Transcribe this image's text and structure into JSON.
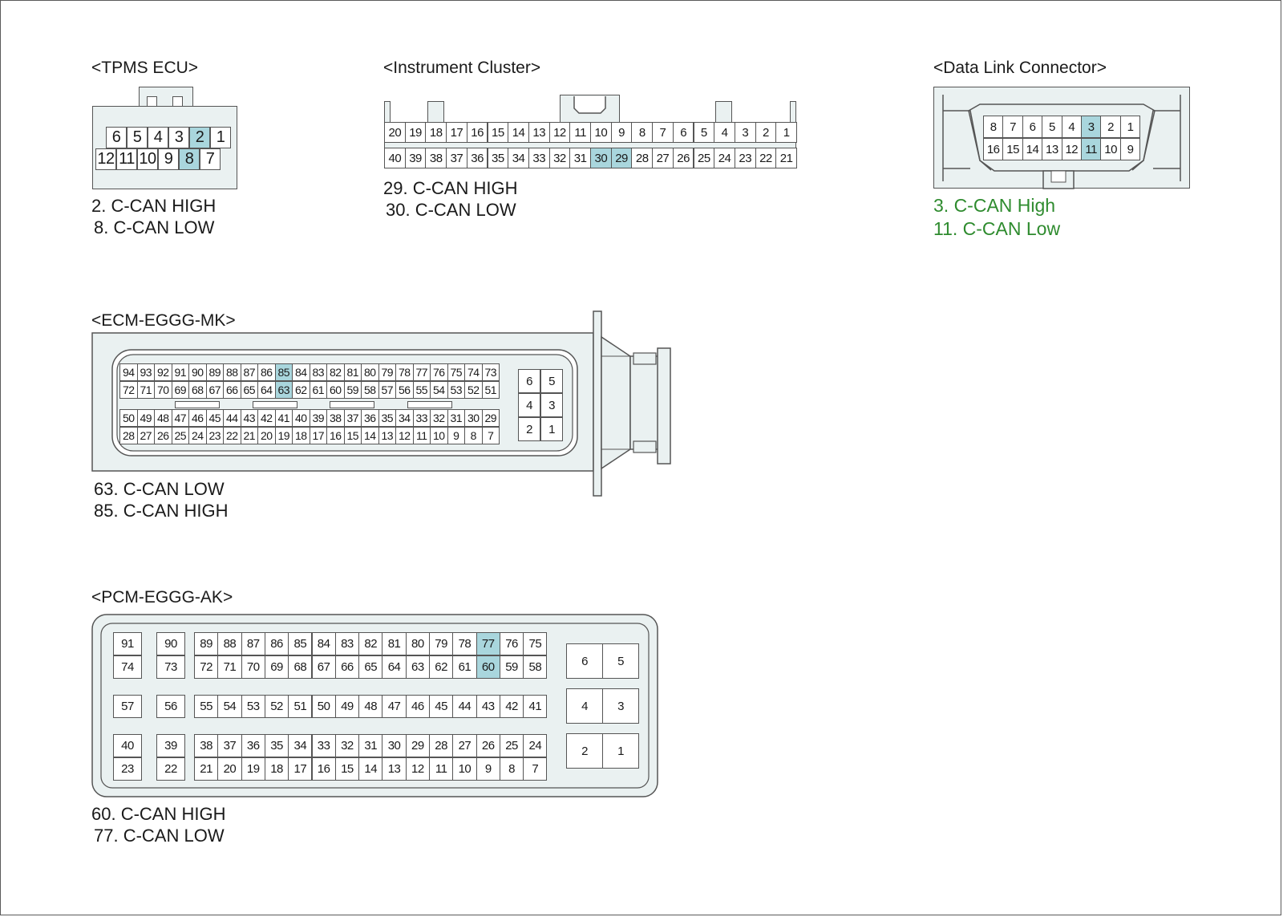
{
  "colors": {
    "highlight": "#a9d6dd",
    "body": "#eaf1f1",
    "green_note": "#2e8b2e"
  },
  "tpms": {
    "title": "<TPMS ECU>",
    "rows": [
      [
        "6",
        "5",
        "4",
        "3",
        "2",
        "1"
      ],
      [
        "12",
        "11",
        "10",
        "9",
        "8",
        "7"
      ]
    ],
    "highlight": [
      "2",
      "8"
    ],
    "notes": [
      "2. C-CAN HIGH",
      "8. C-CAN LOW"
    ]
  },
  "cluster": {
    "title": "<Instrument Cluster>",
    "rows": [
      [
        "20",
        "19",
        "18",
        "17",
        "16",
        "15",
        "14",
        "13",
        "12",
        "11",
        "10",
        "9",
        "8",
        "7",
        "6",
        "5",
        "4",
        "3",
        "2",
        "1"
      ],
      [
        "40",
        "39",
        "38",
        "37",
        "36",
        "35",
        "34",
        "33",
        "32",
        "31",
        "30",
        "29",
        "28",
        "27",
        "26",
        "25",
        "24",
        "23",
        "22",
        "21"
      ]
    ],
    "highlight": [
      "29",
      "30"
    ],
    "notes": [
      "29. C-CAN HIGH",
      "30. C-CAN LOW"
    ]
  },
  "dlc": {
    "title": "<Data Link Connector>",
    "rows": [
      [
        "8",
        "7",
        "6",
        "5",
        "4",
        "3",
        "2",
        "1"
      ],
      [
        "16",
        "15",
        "14",
        "13",
        "12",
        "11",
        "10",
        "9"
      ]
    ],
    "highlight": [
      "3",
      "11"
    ],
    "notes": [
      "3. C-CAN High",
      "11. C-CAN Low"
    ]
  },
  "ecm": {
    "title": "<ECM-EGGG-MK>",
    "rows": [
      [
        "94",
        "93",
        "92",
        "91",
        "90",
        "89",
        "88",
        "87",
        "86",
        "85",
        "84",
        "83",
        "82",
        "81",
        "80",
        "79",
        "78",
        "77",
        "76",
        "75",
        "74",
        "73"
      ],
      [
        "72",
        "71",
        "70",
        "69",
        "68",
        "67",
        "66",
        "65",
        "64",
        "63",
        "62",
        "61",
        "60",
        "59",
        "58",
        "57",
        "56",
        "55",
        "54",
        "53",
        "52",
        "51"
      ],
      [
        "50",
        "49",
        "48",
        "47",
        "46",
        "45",
        "44",
        "43",
        "42",
        "41",
        "40",
        "39",
        "38",
        "37",
        "36",
        "35",
        "34",
        "33",
        "32",
        "31",
        "30",
        "29"
      ],
      [
        "28",
        "27",
        "26",
        "25",
        "24",
        "23",
        "22",
        "21",
        "20",
        "19",
        "18",
        "17",
        "16",
        "15",
        "14",
        "13",
        "12",
        "11",
        "10",
        "9",
        "8",
        "7"
      ]
    ],
    "power": [
      [
        "6",
        "5"
      ],
      [
        "4",
        "3"
      ],
      [
        "2",
        "1"
      ]
    ],
    "highlight": [
      "63",
      "85"
    ],
    "notes": [
      "63. C-CAN LOW",
      "85. C-CAN HIGH"
    ]
  },
  "pcm": {
    "title": "<PCM-EGGG-AK>",
    "left_col1": [
      "91",
      "74",
      "57",
      "40",
      "23"
    ],
    "left_col2": [
      "90",
      "73",
      "56",
      "39",
      "22"
    ],
    "main_rows": [
      [
        "89",
        "88",
        "87",
        "86",
        "85",
        "84",
        "83",
        "82",
        "81",
        "80",
        "79",
        "78",
        "77",
        "76",
        "75"
      ],
      [
        "72",
        "71",
        "70",
        "69",
        "68",
        "67",
        "66",
        "65",
        "64",
        "63",
        "62",
        "61",
        "60",
        "59",
        "58"
      ],
      [
        "55",
        "54",
        "53",
        "52",
        "51",
        "50",
        "49",
        "48",
        "47",
        "46",
        "45",
        "44",
        "43",
        "42",
        "41"
      ],
      [
        "38",
        "37",
        "36",
        "35",
        "34",
        "33",
        "32",
        "31",
        "30",
        "29",
        "28",
        "27",
        "26",
        "25",
        "24"
      ],
      [
        "21",
        "20",
        "19",
        "18",
        "17",
        "16",
        "15",
        "14",
        "13",
        "12",
        "11",
        "10",
        "9",
        "8",
        "7"
      ]
    ],
    "power": [
      [
        "6",
        "5"
      ],
      [
        "4",
        "3"
      ],
      [
        "2",
        "1"
      ]
    ],
    "highlight": [
      "60",
      "77"
    ],
    "notes": [
      "60. C-CAN HIGH",
      "77. C-CAN LOW"
    ]
  }
}
